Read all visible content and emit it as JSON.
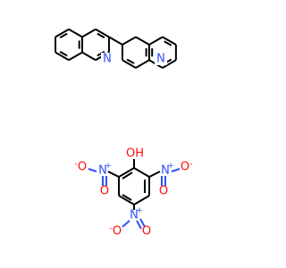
{
  "atoms": {
    "n1": {
      "symbol": "N",
      "color": "#3050f8"
    },
    "n2": {
      "symbol": "N",
      "color": "#3050f8"
    },
    "oh": {
      "symbol": "OH",
      "color": "#ff0d0d"
    },
    "nitro_left_n": {
      "symbol": "N",
      "charge": "+",
      "color": "#3050f8"
    },
    "nitro_left_o_minus": {
      "symbol": "O",
      "charge": "-",
      "color": "#ff0d0d"
    },
    "nitro_left_o": {
      "symbol": "O",
      "color": "#ff0d0d"
    },
    "nitro_right_n": {
      "symbol": "N",
      "charge": "+",
      "color": "#3050f8"
    },
    "nitro_right_o_minus": {
      "symbol": "O",
      "charge": "-",
      "color": "#ff0d0d"
    },
    "nitro_right_o": {
      "symbol": "O",
      "color": "#ff0d0d"
    },
    "nitro_bottom_n": {
      "symbol": "N",
      "charge": "+",
      "color": "#3050f8"
    },
    "nitro_bottom_o_minus": {
      "symbol": "O",
      "charge": "-",
      "color": "#ff0d0d"
    },
    "nitro_bottom_o": {
      "symbol": "O",
      "color": "#ff0d0d"
    }
  }
}
